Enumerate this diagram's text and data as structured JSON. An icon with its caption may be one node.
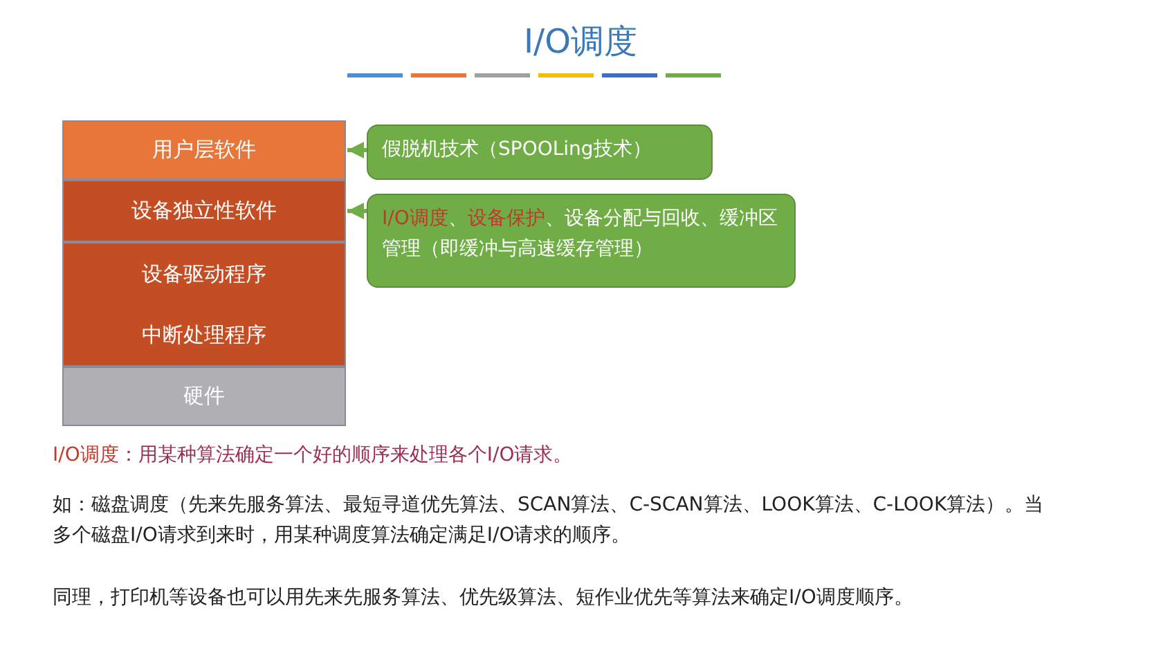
{
  "diagram": {
    "title": "I/O调度",
    "nodes": [
      {
        "text": [
          "用户层软件"
        ]
      },
      {
        "text": [
          "设备独立性软件"
        ]
      },
      {
        "text": [
          "设备驱动程序",
          "中断处理程序"
        ]
      },
      {
        "text": [
          "硬件"
        ]
      },
      {
        "text": [
          "假脱机技术（SPOOLing技术）"
        ]
      },
      {
        "text": [
          "**I/O调度**、**设备保护**、设备分配与回收、缓冲区管理（即缓冲与高速缓存管理）"
        ]
      }
    ],
    "edges": [
      {
        "from": 4,
        "to": 0,
        "arrow": "to"
      },
      {
        "from": 5,
        "to": 1,
        "arrow": "to"
      }
    ],
    "labels": [
      "**I/O调度**：用某种算法确定一个好的顺序来处理各个I/O请求。",
      "如：磁盘调度（先来先服务算法、最短寻道优先算法、SCAN算法、C-SCAN算法、LOOK算法、C-LOOK算法）。当多个磁盘I/O请求到来时，用某种调度算法确定满足I/O请求的顺序。",
      "同理，打印机等设备也可以用先来先服务算法、优先级算法、短作业优先等算法来确定I/O调度顺序。"
    ]
  }
}
